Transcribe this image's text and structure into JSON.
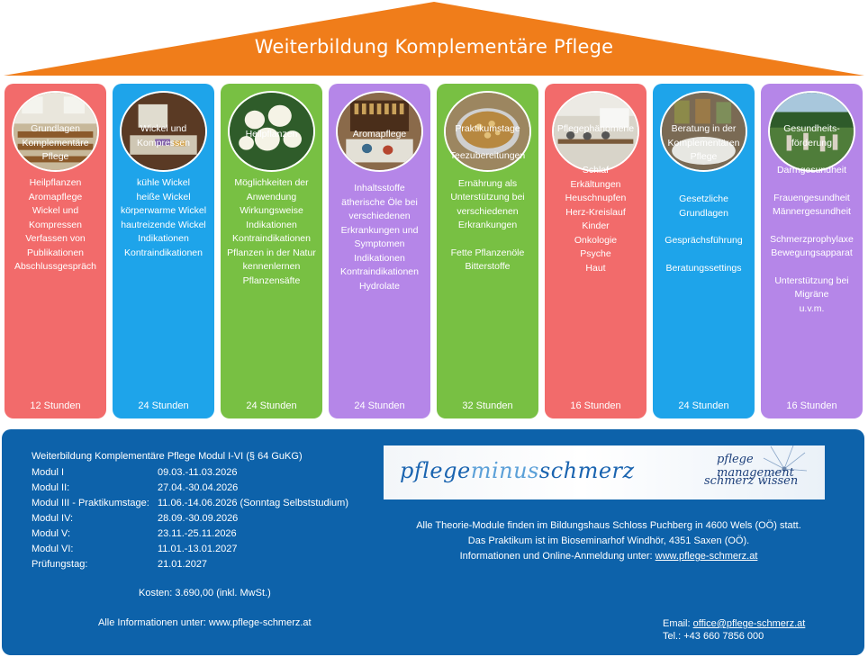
{
  "header": {
    "title": "Weiterbildung Komplementäre Pflege",
    "roof_color": "#f07d1a"
  },
  "columns": [
    {
      "color": "#f26b6b",
      "photo_icon": "seminar-room-photo",
      "title_lines": [
        "Grundlagen",
        "Komplementäre",
        "Pflege"
      ],
      "body_lines": [
        "Heilpflanzen",
        "Aromapflege",
        "Wickel und",
        "Kompressen",
        "Verfassen von",
        "Publikationen",
        "Abschlussgespräch"
      ],
      "hours": "12 Stunden"
    },
    {
      "color": "#1ea4ea",
      "photo_icon": "compress-materials-photo",
      "title_lines": [
        "Wickel und",
        "Kompressen"
      ],
      "body_lines": [
        "kühle Wickel",
        "heiße Wickel",
        "körperwarme Wickel",
        "hautreizende Wickel",
        "Indikationen",
        "Kontraindikationen"
      ],
      "hours": "24 Stunden"
    },
    {
      "color": "#78c043",
      "photo_icon": "elderflower-photo",
      "title_lines": [
        "Heilpflanzen"
      ],
      "body_lines": [
        "Möglichkeiten der",
        "Anwendung",
        "Wirkungsweise",
        "Indikationen",
        "Kontraindikationen",
        "Pflanzen in der Natur",
        "kennenlernen",
        "Pflanzensäfte"
      ],
      "hours": "24 Stunden"
    },
    {
      "color": "#b586e8",
      "photo_icon": "essential-oils-photo",
      "title_lines": [
        "Aromapflege"
      ],
      "body_lines": [
        "Inhaltsstoffe",
        "ätherische Öle bei",
        "verschiedenen",
        "Erkrankungen und",
        "Symptomen",
        "Indikationen",
        "Kontraindikationen",
        "Hydrolate"
      ],
      "hours": "24 Stunden"
    },
    {
      "color": "#78c043",
      "photo_icon": "herbal-tea-pot-photo",
      "title_lines": [
        "Praktikumstage"
      ],
      "body_lines": [
        "Teezubereitungen",
        "",
        "Ernährung als",
        "Unterstützung bei",
        "verschiedenen",
        "Erkrankungen",
        "",
        "Fette Pflanzenöle",
        "Bitterstoffe"
      ],
      "hours": "32 Stunden"
    },
    {
      "color": "#f26b6b",
      "photo_icon": "classroom-photo",
      "title_lines": [
        "Pflegephänomene"
      ],
      "body_lines": [
        "Schlaf",
        "Erkältungen",
        "Heuschnupfen",
        "Herz-Kreislauf",
        "Kinder",
        "Onkologie",
        "Psyche",
        "Haut"
      ],
      "hours": "16 Stunden"
    },
    {
      "color": "#1ea4ea",
      "photo_icon": "herb-jars-photo",
      "title_lines": [
        "Beratung in der",
        "Komplementären",
        "Pflege"
      ],
      "body_lines": [
        "Gesetzliche",
        "Grundlagen",
        "",
        "Gesprächsführung",
        "",
        "Beratungssettings"
      ],
      "hours": "24 Stunden"
    },
    {
      "color": "#b586e8",
      "photo_icon": "outdoor-group-photo",
      "title_lines": [
        "Gesundheits-",
        "förderung"
      ],
      "body_lines": [
        "Darmgesundheit",
        "",
        "Frauengesundheit",
        "Männergesundheit",
        "",
        "Schmerzprophylaxe",
        "Bewegungsapparat",
        "",
        "Unterstützung bei",
        "Migräne",
        "u.v.m."
      ],
      "hours": "16 Stunden"
    }
  ],
  "schedule": {
    "title": "Weiterbildung Komplementäre Pflege Modul I-VI (§ 64 GuKG)",
    "rows": [
      {
        "label": "Modul I",
        "value": "09.03.-11.03.2026"
      },
      {
        "label": "Modul II:",
        "value": "27.04.-30.04.2026"
      },
      {
        "label": "Modul III - Praktikumstage:",
        "value": "11.06.-14.06.2026 (Sonntag Selbststudium)"
      },
      {
        "label": "Modul IV:",
        "value": "28.09.-30.09.2026"
      },
      {
        "label": "Modul V:",
        "value": "23.11.-25.11.2026"
      },
      {
        "label": "Modul VI:",
        "value": "11.01.-13.01.2027"
      },
      {
        "label": "Prüfungstag:",
        "value": "21.01.2027"
      }
    ],
    "price": "Kosten: 3.690,00 (inkl. MwSt.)",
    "info": "Alle Informationen unter: www.pflege-schmerz.at"
  },
  "logo": {
    "part1": "pflege",
    "part2": "minus",
    "part3": "schmerz",
    "tag1": "pflege management",
    "tag2": "schmerz wissen"
  },
  "location": {
    "line1": "Alle Theorie-Module finden im Bildungshaus Schloss Puchberg in 4600 Wels (OÖ) statt.",
    "line2": "Das Praktikum ist im Bioseminarhof Windhör, 4351 Saxen (OÖ).",
    "line3_prefix": "Informationen und Online-Anmeldung unter: ",
    "line3_link": "www.pflege-schmerz.at"
  },
  "contact": {
    "email_label": "Email: ",
    "email": "office@pflege-schmerz.at",
    "phone": "Tel.: +43 660 7856 000"
  }
}
